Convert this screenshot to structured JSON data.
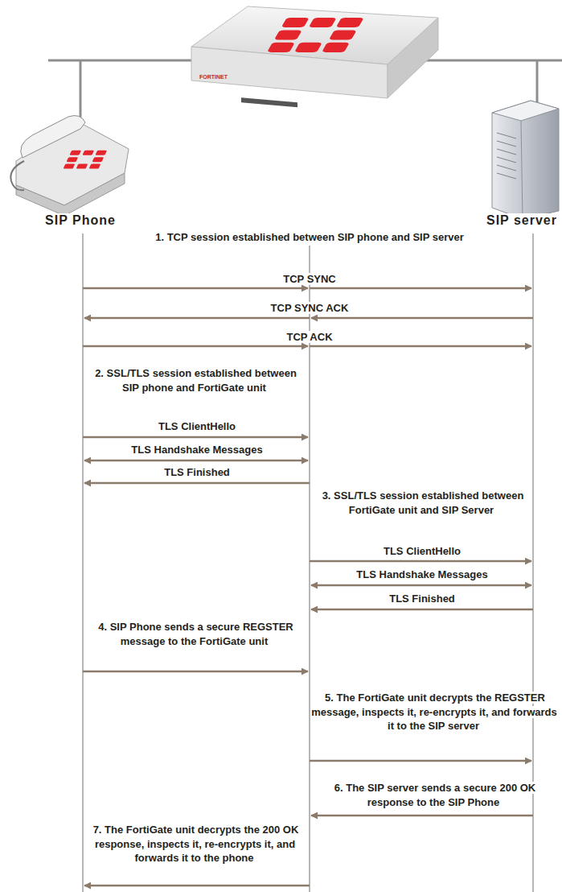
{
  "diagram": {
    "labels": [
      "SIP Phone",
      "SIP server",
      "1. TCP session established between SIP phone and SIP server",
      "TCP SYNC",
      "TCP SYNC ACK",
      "TCP ACK",
      "2. SSL/TLS session established between SIP phone and FortiGate unit",
      "TLS ClientHello",
      "TLS Handshake Messages",
      "TLS Finished",
      "3. SSL/TLS session established between FortiGate unit and SIP Server",
      "TLS ClientHello",
      "TLS Handshake Messages",
      "TLS Finished",
      "4. SIP Phone sends a secure REGSTER message to the FortiGate unit",
      "5. The FortiGate unit decrypts the REGSTER message, inspects it, re-encrypts it, and forwards it to the SIP server",
      "6. The SIP server sends a secure 200 OK response to the SIP Phone",
      "7. The FortiGate unit decrypts the 200 OK response, inspects it, re-encrypts it, and forwards it to the phone",
      "FORTINET"
    ]
  }
}
